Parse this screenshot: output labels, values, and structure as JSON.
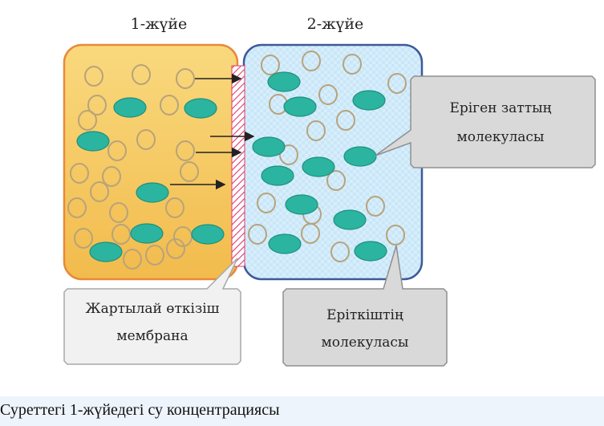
{
  "diagram": {
    "system1_label": "1-жүйе",
    "system2_label": "2-жүйе",
    "callouts": {
      "solute": [
        "Еріген заттың",
        "молекуласы"
      ],
      "membrane": [
        "Жартылай өткізіш",
        "мембрана"
      ],
      "solvent": [
        "Еріткіштің",
        "молекуласы"
      ]
    },
    "colors": {
      "system1_fill": "#f7cf66",
      "system1_border": "#e8893a",
      "system2_fill": "#d4ecfa",
      "system2_border": "#3d5a99",
      "membrane": "#e03a6a",
      "solute": "#2bb5a0",
      "callout_fill": "#d9d9d9"
    }
  },
  "caption": "Суреттегі 1-жүйедегі су концентрациясы"
}
